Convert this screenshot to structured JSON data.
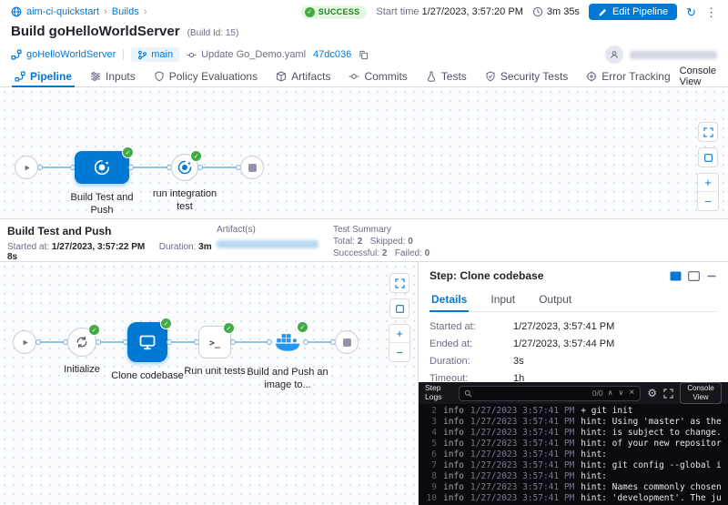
{
  "colors": {
    "primary": "#0278d5",
    "success_bg": "#e4f7e1",
    "success_text": "#1b841d",
    "check_green": "#42ab45"
  },
  "breadcrumb": {
    "project": "aim-ci-quickstart",
    "section": "Builds"
  },
  "header": {
    "status": "SUCCESS",
    "start_time_label": "Start time",
    "start_time_value": "1/27/2023, 3:57:20 PM",
    "elapsed": "3m 35s",
    "edit_pipeline_label": "Edit Pipeline"
  },
  "title": {
    "build_title": "Build goHelloWorldServer",
    "build_id": "(Build Id: 15)"
  },
  "meta": {
    "pipeline_name": "goHelloWorldServer",
    "branch": "main",
    "commit_message": "Update Go_Demo.yaml",
    "commit_sha": "47dc036"
  },
  "tabs": {
    "items": [
      {
        "label": "Pipeline"
      },
      {
        "label": "Inputs"
      },
      {
        "label": "Policy Evaluations"
      },
      {
        "label": "Artifacts"
      },
      {
        "label": "Commits"
      },
      {
        "label": "Tests"
      },
      {
        "label": "Security Tests"
      },
      {
        "label": "Error Tracking"
      }
    ],
    "console_view_label": "Console View"
  },
  "stage_graph": {
    "stage1_label": "Build Test and Push",
    "stage2_label": "run integration test"
  },
  "stage_details": {
    "name": "Build Test and Push",
    "started_label": "Started at:",
    "started_value": "1/27/2023, 3:57:22 PM",
    "duration_label": "Duration:",
    "duration_value": "3m 8s",
    "artifacts_label": "Artifact(s)",
    "test_summary_label": "Test Summary",
    "total_label": "Total:",
    "total_value": "2",
    "skipped_label": "Skipped:",
    "skipped_value": "0",
    "successful_label": "Successful:",
    "successful_value": "2",
    "failed_label": "Failed:",
    "failed_value": "0"
  },
  "step_graph": {
    "step1_label": "Initialize",
    "step2_label": "Clone codebase",
    "step3_label": "Run unit tests",
    "step4_label": "Build and Push an image to..."
  },
  "step_panel": {
    "title": "Step: Clone codebase",
    "tab_details": "Details",
    "tab_input": "Input",
    "tab_output": "Output",
    "rows": [
      {
        "label": "Started at:",
        "value": "1/27/2023, 3:57:41 PM"
      },
      {
        "label": "Ended at:",
        "value": "1/27/2023, 3:57:44 PM"
      },
      {
        "label": "Duration:",
        "value": "3s"
      },
      {
        "label": "Timeout:",
        "value": "1h"
      }
    ]
  },
  "logs": {
    "panel_title": "Step Logs",
    "search_count": "0/0",
    "console_view_label": "Console View",
    "lines": [
      {
        "num": "2",
        "level": "info",
        "time": "1/27/2023 3:57:41 PM",
        "text": "+ git init"
      },
      {
        "num": "3",
        "level": "info",
        "time": "1/27/2023 3:57:41 PM",
        "text": "hint: Using 'master' as the name for th"
      },
      {
        "num": "4",
        "level": "info",
        "time": "1/27/2023 3:57:41 PM",
        "text": "hint: is subject to change. To configu"
      },
      {
        "num": "5",
        "level": "info",
        "time": "1/27/2023 3:57:41 PM",
        "text": "hint: of your new repositories, which w"
      },
      {
        "num": "6",
        "level": "info",
        "time": "1/27/2023 3:57:41 PM",
        "text": "hint:"
      },
      {
        "num": "7",
        "level": "info",
        "time": "1/27/2023 3:57:41 PM",
        "text": "hint:   git config --global init.defaul"
      },
      {
        "num": "8",
        "level": "info",
        "time": "1/27/2023 3:57:41 PM",
        "text": "hint:"
      },
      {
        "num": "9",
        "level": "info",
        "time": "1/27/2023 3:57:41 PM",
        "text": "hint: Names commonly chosen instead of"
      },
      {
        "num": "10",
        "level": "info",
        "time": "1/27/2023 3:57:41 PM",
        "text": "hint: 'development'. The just-created b"
      }
    ]
  }
}
